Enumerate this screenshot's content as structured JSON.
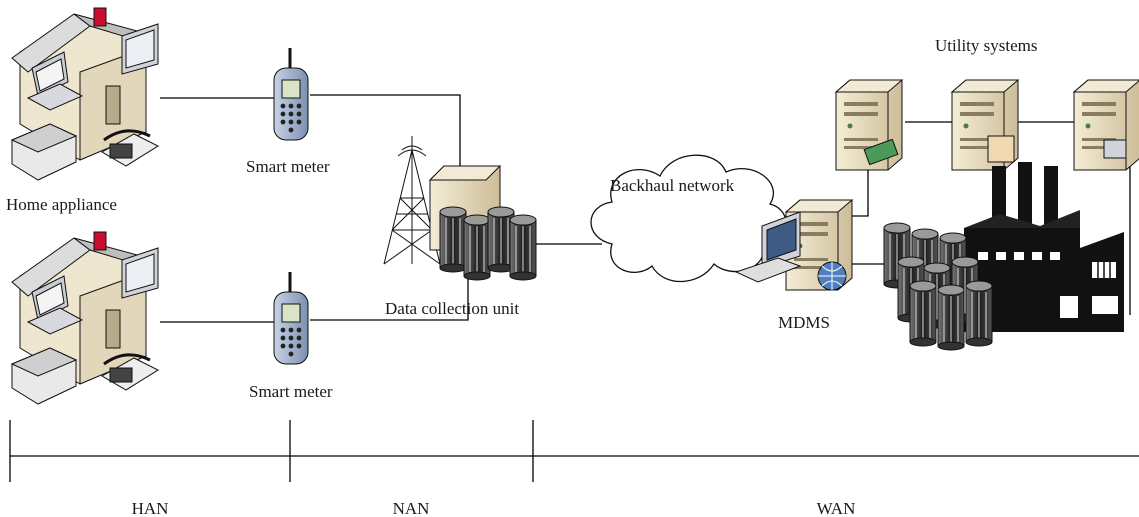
{
  "labels": {
    "home_appliance": "Home appliance",
    "smart_meter_top": "Smart meter",
    "smart_meter_bottom": "Smart meter",
    "data_collection_unit": "Data collection unit",
    "backhaul_network": "Backhaul network",
    "mdms": "MDMS",
    "utility_systems": "Utility systems"
  },
  "network_segments": [
    "HAN",
    "NAN",
    "WAN"
  ],
  "colors": {
    "house_wall": "#efe6cf",
    "roof": "#d9d9d9",
    "chimney": "#c8102e",
    "phone_body": "#9aa9c4",
    "server": "#e8dcc0",
    "storage": "#2a2a2a",
    "factory": "#111111"
  }
}
